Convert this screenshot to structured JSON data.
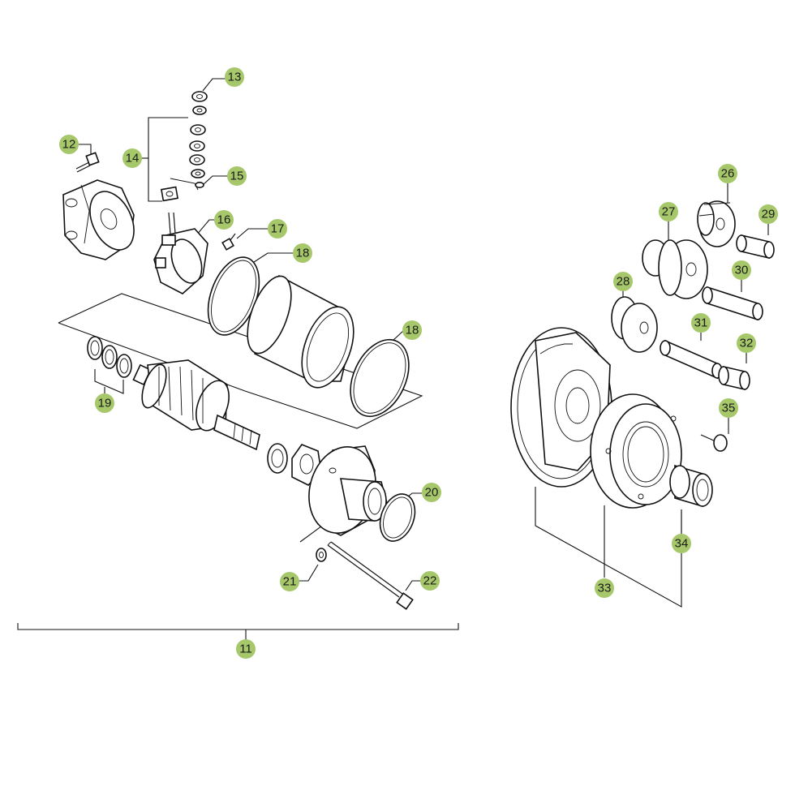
{
  "colors": {
    "callout_fill": "#a6c86a",
    "line": "#111111",
    "background": "#ffffff"
  },
  "callouts": [
    {
      "id": "c13",
      "label": "13"
    },
    {
      "id": "c12",
      "label": "12"
    },
    {
      "id": "c14",
      "label": "14"
    },
    {
      "id": "c15",
      "label": "15"
    },
    {
      "id": "c16",
      "label": "16"
    },
    {
      "id": "c17",
      "label": "17"
    },
    {
      "id": "c18a",
      "label": "18"
    },
    {
      "id": "c18b",
      "label": "18"
    },
    {
      "id": "c19",
      "label": "19"
    },
    {
      "id": "c20",
      "label": "20"
    },
    {
      "id": "c21",
      "label": "21"
    },
    {
      "id": "c22",
      "label": "22"
    },
    {
      "id": "c11",
      "label": "11"
    },
    {
      "id": "c26",
      "label": "26"
    },
    {
      "id": "c27",
      "label": "27"
    },
    {
      "id": "c28",
      "label": "28"
    },
    {
      "id": "c29",
      "label": "29"
    },
    {
      "id": "c30",
      "label": "30"
    },
    {
      "id": "c31",
      "label": "31"
    },
    {
      "id": "c32",
      "label": "32"
    },
    {
      "id": "c35",
      "label": "35"
    },
    {
      "id": "c34",
      "label": "34"
    },
    {
      "id": "c33",
      "label": "33"
    }
  ]
}
